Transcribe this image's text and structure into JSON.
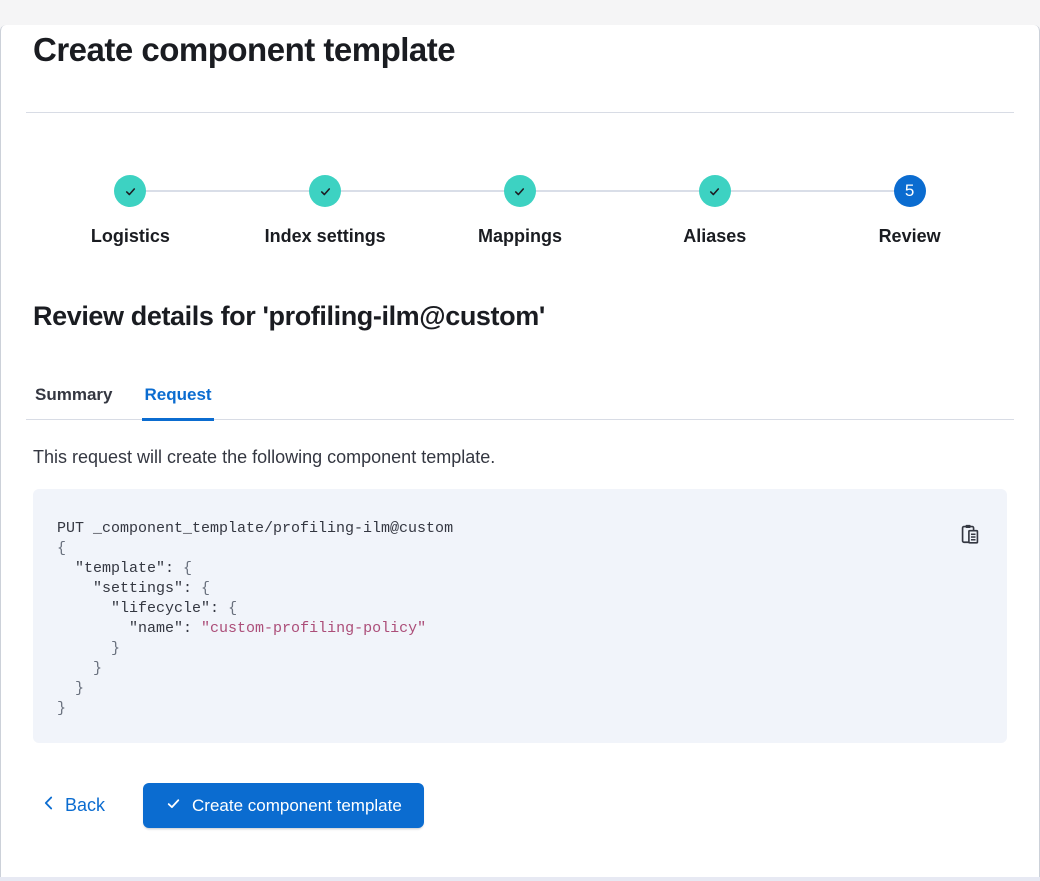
{
  "page": {
    "title": "Create component template"
  },
  "stepper": {
    "steps": [
      {
        "label": "Logistics",
        "status": "complete"
      },
      {
        "label": "Index settings",
        "status": "complete"
      },
      {
        "label": "Mappings",
        "status": "complete"
      },
      {
        "label": "Aliases",
        "status": "complete"
      },
      {
        "label": "Review",
        "status": "current",
        "number": "5"
      }
    ]
  },
  "review": {
    "heading": "Review details for 'profiling-ilm@custom'",
    "tabs": [
      {
        "label": "Summary",
        "active": false
      },
      {
        "label": "Request",
        "active": true
      }
    ],
    "description": "This request will create the following component template."
  },
  "code": {
    "copy_icon": "copy-clipboard-icon",
    "lines": [
      [
        [
          "m",
          "PUT _component_template/profiling-ilm@custom"
        ]
      ],
      [
        [
          "b",
          "{"
        ]
      ],
      [
        [
          "m",
          "  "
        ],
        [
          "k",
          "\"template\""
        ],
        [
          "m",
          ": "
        ],
        [
          "b",
          "{"
        ]
      ],
      [
        [
          "m",
          "    "
        ],
        [
          "k",
          "\"settings\""
        ],
        [
          "m",
          ": "
        ],
        [
          "b",
          "{"
        ]
      ],
      [
        [
          "m",
          "      "
        ],
        [
          "k",
          "\"lifecycle\""
        ],
        [
          "m",
          ": "
        ],
        [
          "b",
          "{"
        ]
      ],
      [
        [
          "m",
          "        "
        ],
        [
          "k",
          "\"name\""
        ],
        [
          "m",
          ": "
        ],
        [
          "s",
          "\"custom-profiling-policy\""
        ]
      ],
      [
        [
          "m",
          "      "
        ],
        [
          "b",
          "}"
        ]
      ],
      [
        [
          "m",
          "    "
        ],
        [
          "b",
          "}"
        ]
      ],
      [
        [
          "m",
          "  "
        ],
        [
          "b",
          "}"
        ]
      ],
      [
        [
          "b",
          "}"
        ]
      ]
    ]
  },
  "footer": {
    "back_label": "Back",
    "submit_label": "Create component template"
  },
  "colors": {
    "accent_blue": "#0b6cd0",
    "success_teal": "#3dd2c2",
    "text_dark": "#1a1c21",
    "text_body": "#343741",
    "code_bg": "#f1f4fa",
    "code_string": "#ac4e79",
    "code_brace": "#69707d",
    "divider": "#d8dce5",
    "connector": "#d9dee8"
  }
}
